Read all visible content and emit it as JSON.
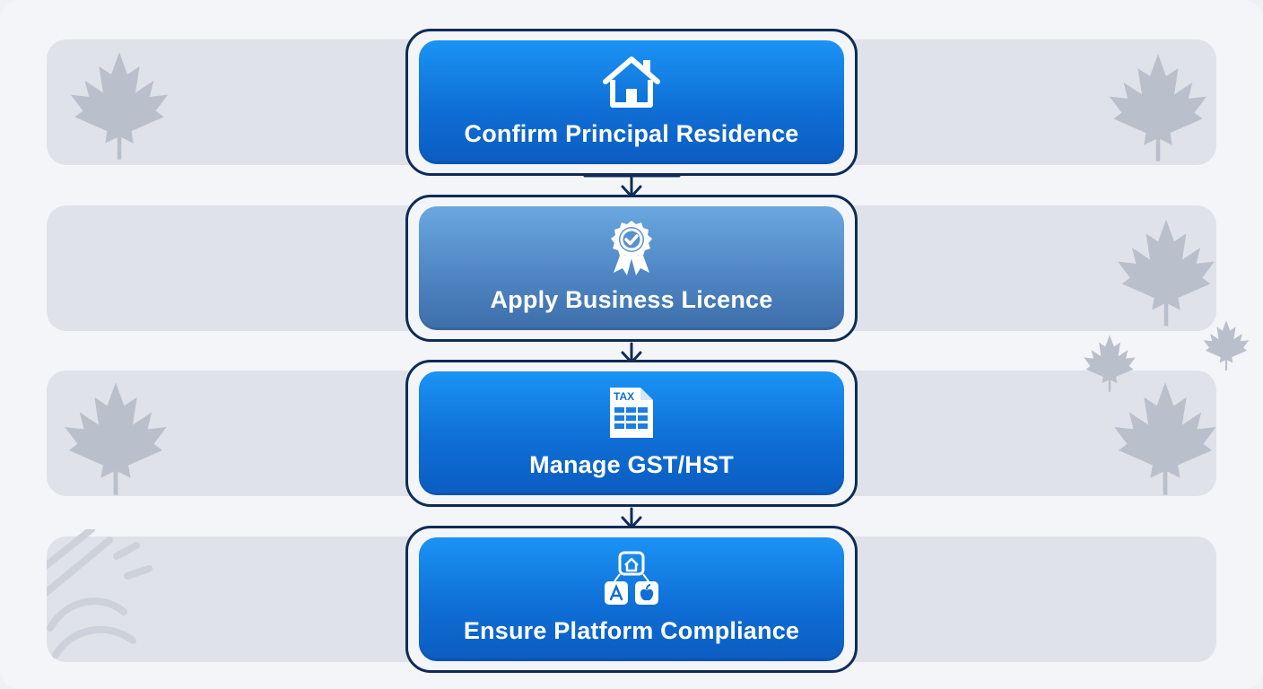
{
  "diagram": {
    "type": "vertical-flowchart",
    "steps": [
      {
        "label": "Confirm Principal Residence",
        "icon": "house-icon"
      },
      {
        "label": "Apply Business Licence",
        "icon": "certificate-badge-icon"
      },
      {
        "label": "Manage GST/HST",
        "icon": "tax-document-icon",
        "icon_text": "TAX"
      },
      {
        "label": "Ensure Platform Compliance",
        "icon": "platform-apps-icon"
      }
    ],
    "connectors": [
      "arrow-down",
      "arrow-down",
      "arrow-down"
    ],
    "background_motif": "maple-leaf-icon"
  },
  "colors": {
    "step_blue": "#0f6fd6",
    "step_blue_muted": "#4f86c3",
    "outline_navy": "#0f2b57",
    "band_gray": "#dfe2e8",
    "leaf_gray": "#b9bfcb"
  }
}
